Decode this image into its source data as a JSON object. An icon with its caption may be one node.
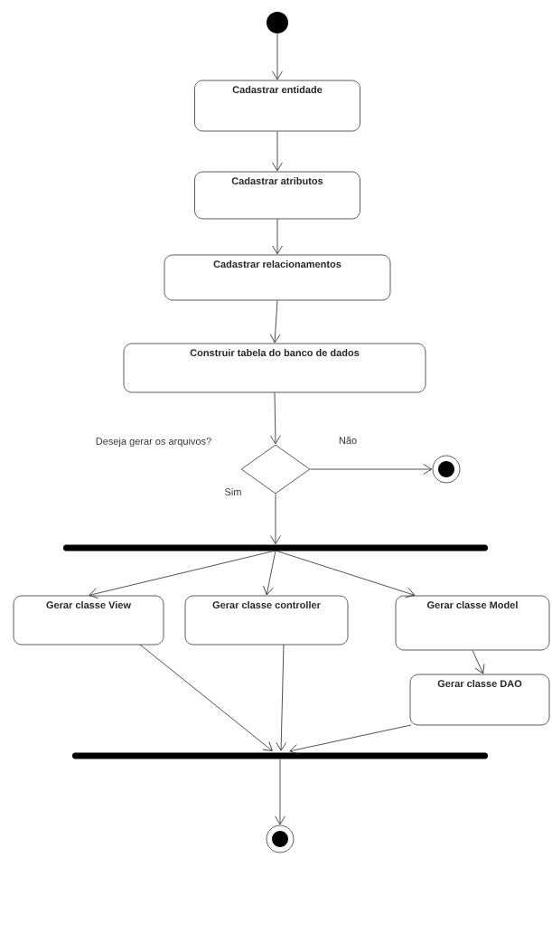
{
  "diagram": {
    "nodes": [
      {
        "text": [],
        "shape": "circle"
      },
      {
        "text": [
          "Cadastrar entidade"
        ]
      },
      {
        "text": [
          "Cadastrar atributos"
        ]
      },
      {
        "text": [
          "Cadastrar relacionamentos"
        ]
      },
      {
        "text": [
          "Construir tabela do banco de dados"
        ]
      },
      {
        "text": [],
        "shape": "diamond",
        "beside": [
          "Deseja gerar os arquivos?"
        ]
      },
      {
        "text": [],
        "shape": "bullseye"
      },
      {
        "text": [],
        "shape": "bar"
      },
      {
        "text": [
          "Gerar classe View"
        ]
      },
      {
        "text": [
          "Gerar classe controller"
        ]
      },
      {
        "text": [
          "Gerar classe Model"
        ]
      },
      {
        "text": [
          "Gerar classe DAO"
        ]
      },
      {
        "text": [],
        "shape": "bar"
      },
      {
        "text": [],
        "shape": "bullseye"
      }
    ],
    "edges": [
      {
        "from": 0,
        "to": 1,
        "arrow": "to"
      },
      {
        "from": 1,
        "to": 2,
        "arrow": "to"
      },
      {
        "from": 2,
        "to": 3,
        "arrow": "to"
      },
      {
        "from": 3,
        "to": 4,
        "arrow": "to"
      },
      {
        "from": 4,
        "to": 5,
        "arrow": "to"
      },
      {
        "from": 5,
        "to": 6,
        "arrow": "to",
        "label": "Não"
      },
      {
        "from": 5,
        "to": 7,
        "arrow": "to",
        "label": "Sim"
      },
      {
        "from": 7,
        "to": 8,
        "arrow": "to"
      },
      {
        "from": 7,
        "to": 9,
        "arrow": "to"
      },
      {
        "from": 7,
        "to": 10,
        "arrow": "to"
      },
      {
        "from": 10,
        "to": 11,
        "arrow": "to"
      },
      {
        "from": 8,
        "to": 12,
        "arrow": "to"
      },
      {
        "from": 9,
        "to": 12,
        "arrow": "to"
      },
      {
        "from": 11,
        "to": 12,
        "arrow": "to"
      },
      {
        "from": 12,
        "to": 13,
        "arrow": "to"
      }
    ]
  }
}
